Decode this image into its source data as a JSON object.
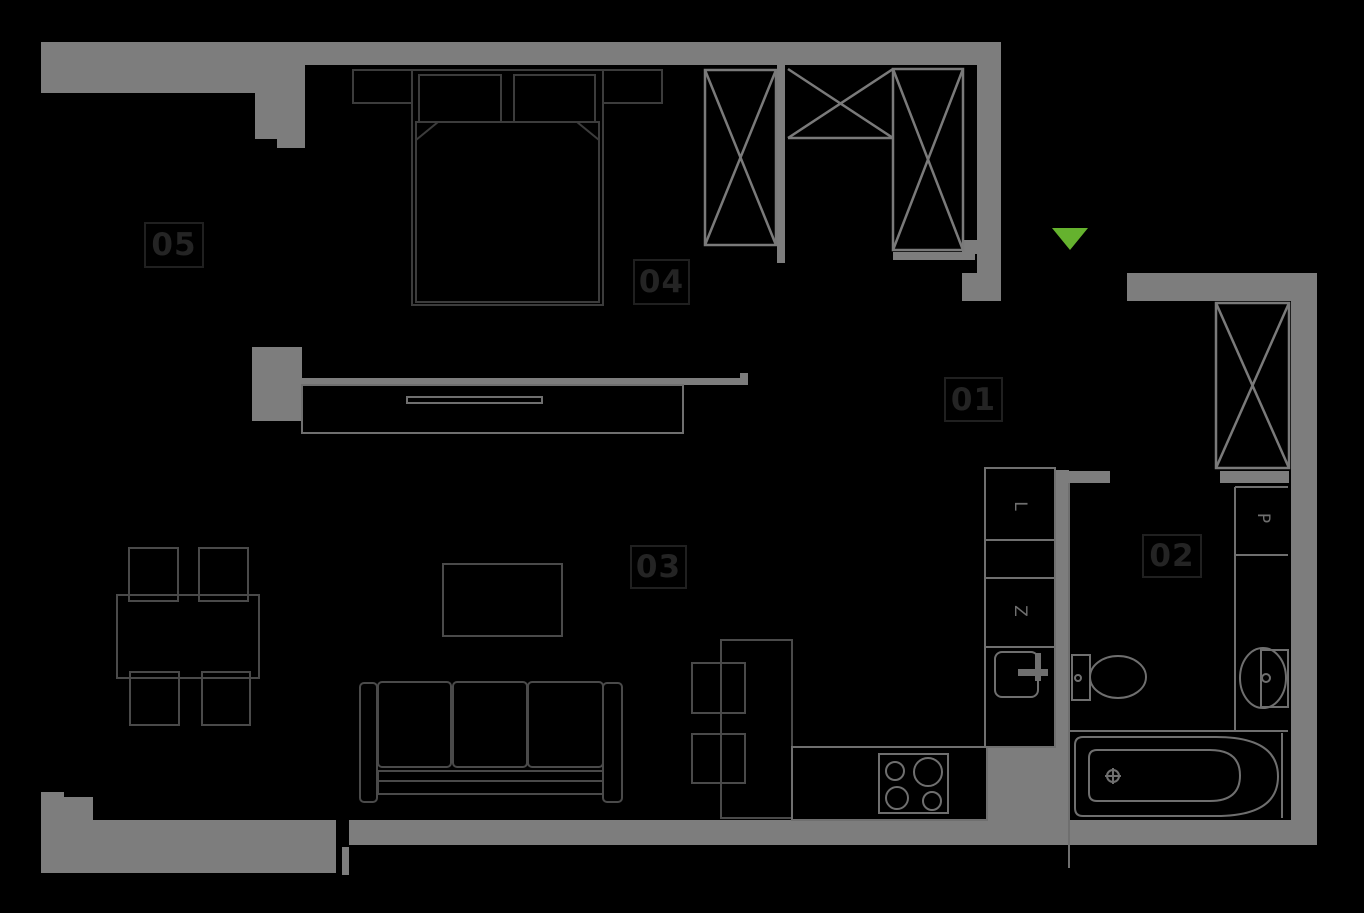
{
  "colors": {
    "background": "#000000",
    "wall": "#7d7d7d",
    "wardrobe": "#7a7a7a",
    "furniture_dark": "#3c3c3c",
    "furniture_mid": "#4a4a4a",
    "fixture": "#6f6f6f",
    "label_text": "#242424",
    "label_border": "#202020",
    "entrance_arrow": "#65b22e"
  },
  "rooms": [
    {
      "id": "01",
      "label": "01"
    },
    {
      "id": "02",
      "label": "02"
    },
    {
      "id": "03",
      "label": "03"
    },
    {
      "id": "04",
      "label": "04"
    },
    {
      "id": "05",
      "label": "05"
    }
  ],
  "appliances": {
    "fridge": "L",
    "dishwasher": "Z",
    "washing_machine": "P"
  }
}
